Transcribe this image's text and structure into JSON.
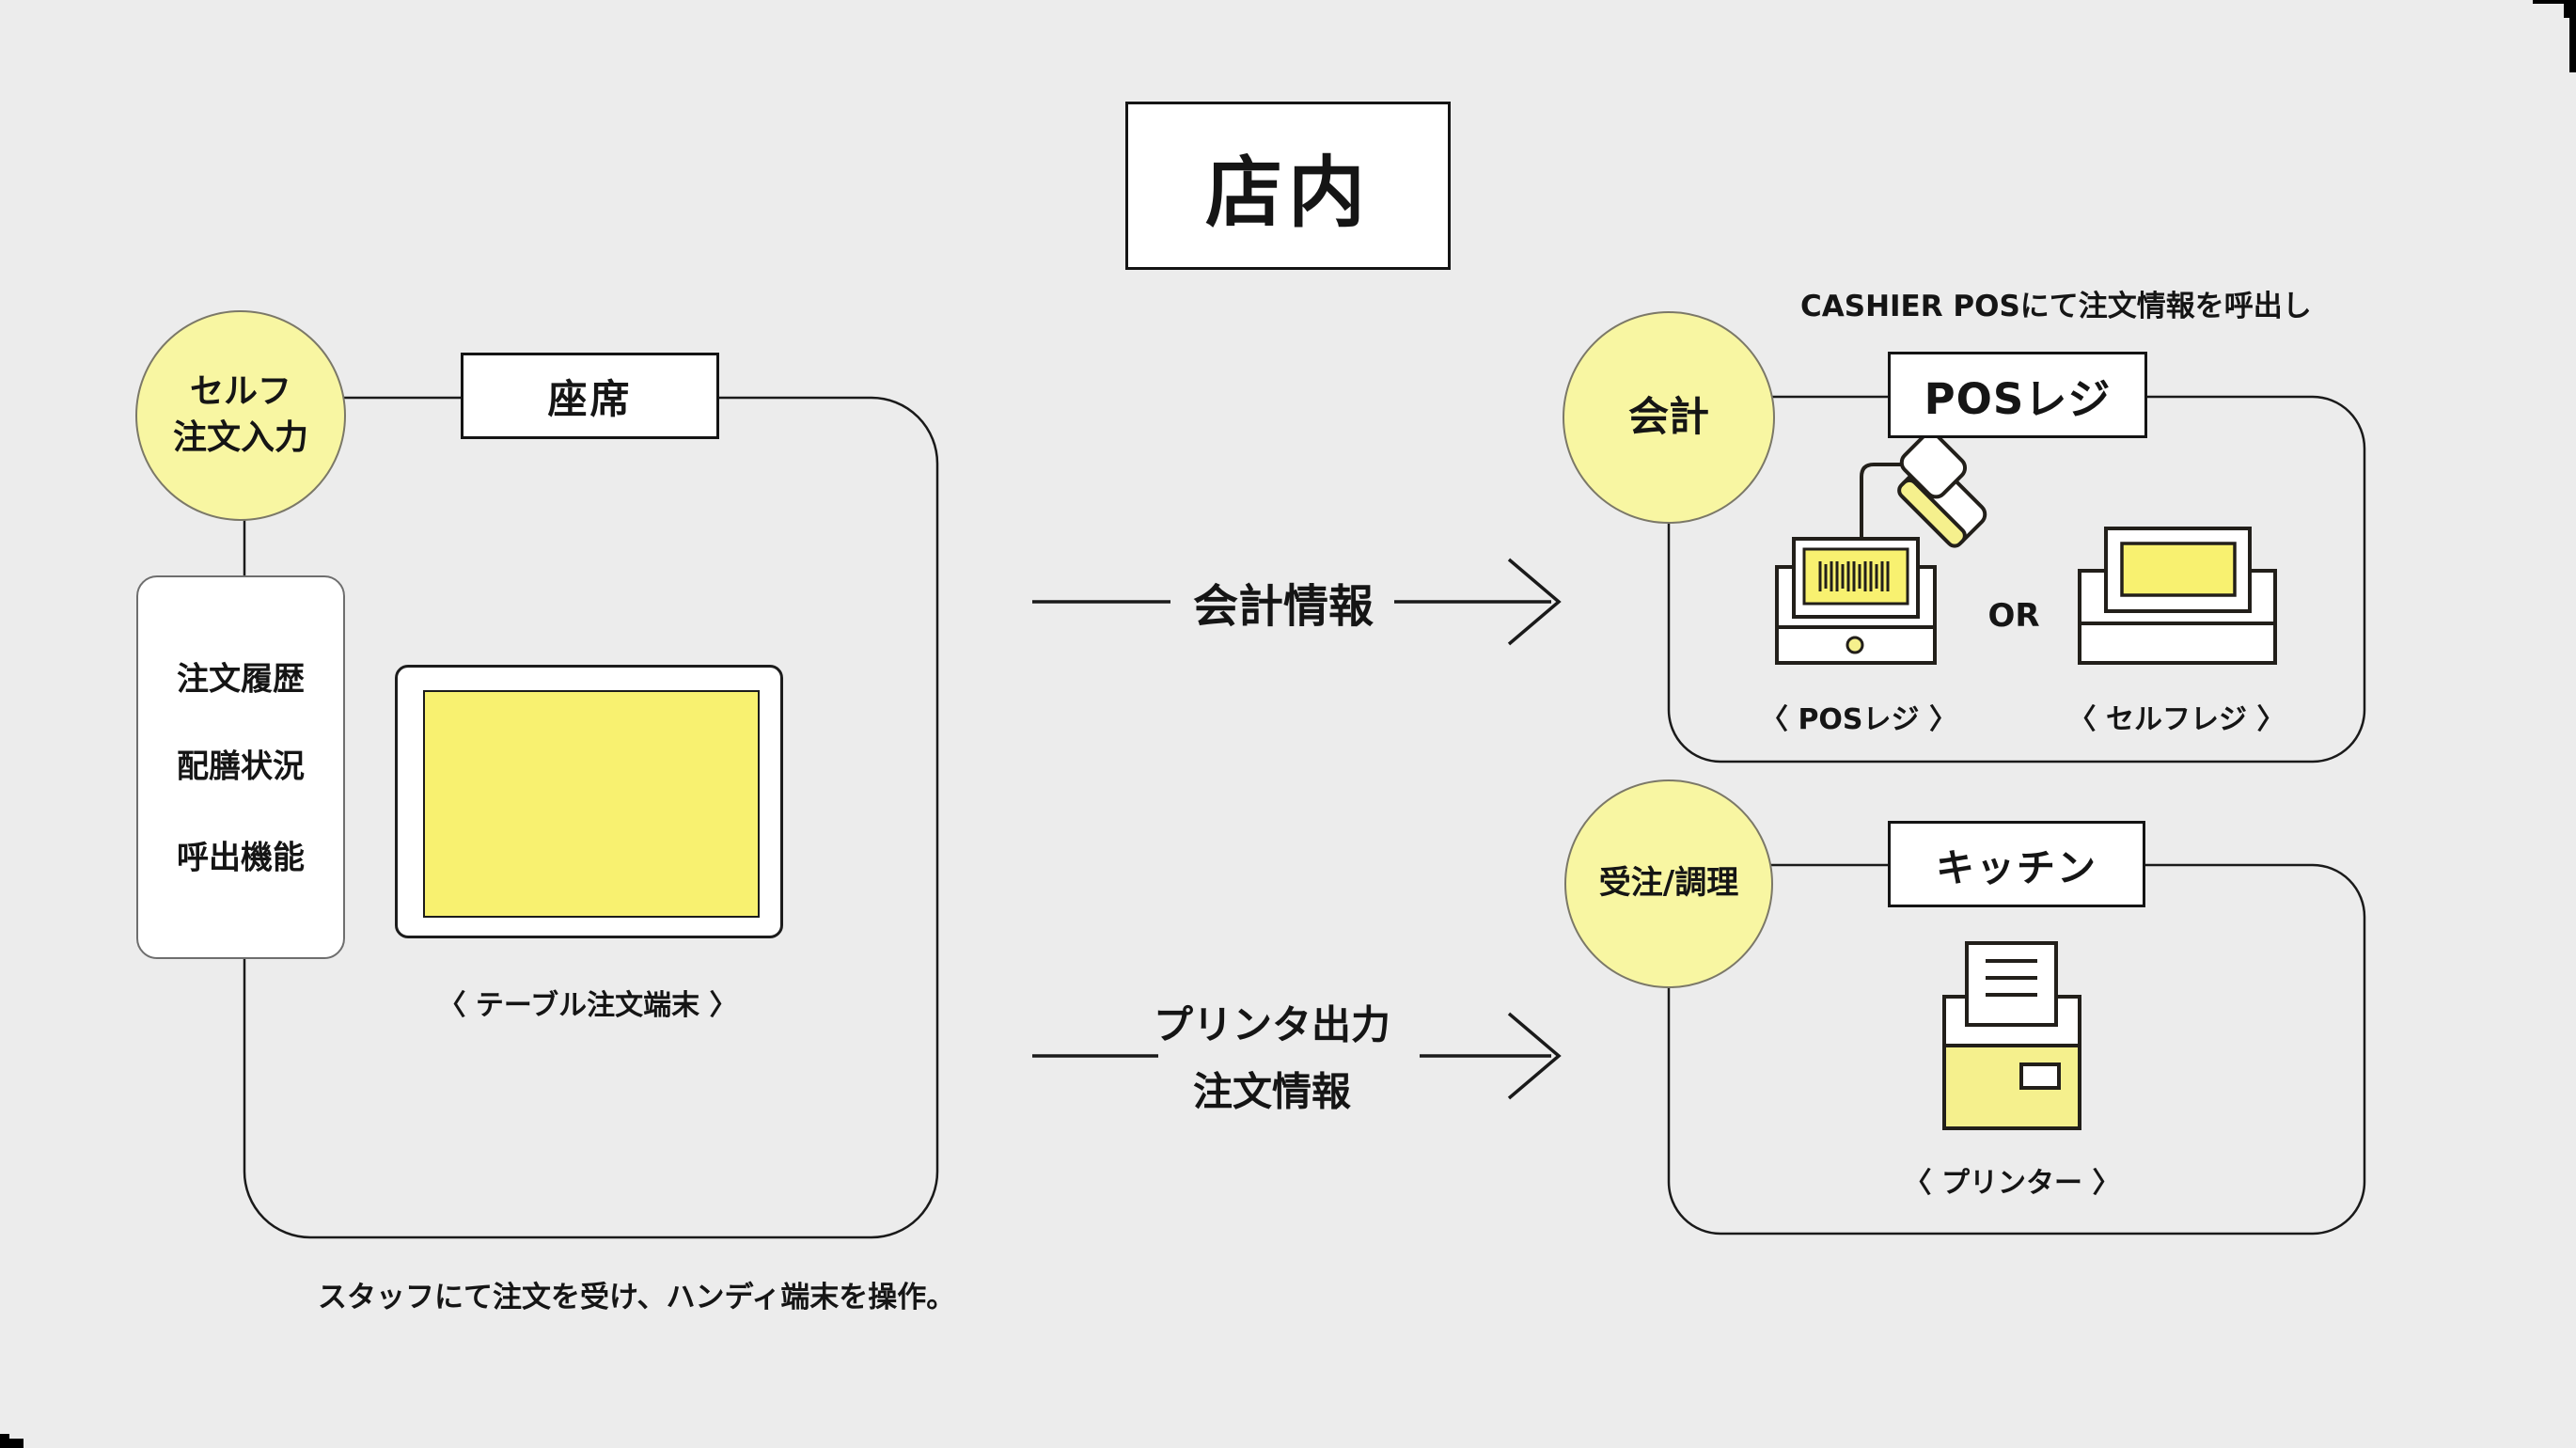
{
  "canvas": {
    "background": "#ececec",
    "pale_yellow": "#f8f6a2",
    "screen_yellow": "#f8f170",
    "device_yellow": "#f5f08d",
    "line_black": "#1a1a1a"
  },
  "title": {
    "label": "店内"
  },
  "left": {
    "circle_label_line1": "セルフ",
    "circle_label_line2": "注文入力",
    "zone_label": "座席",
    "features": [
      "注文履歴",
      "配膳状況",
      "呼出機能"
    ],
    "device_caption": "〈 テーブル注文端末 〉",
    "footnote": "スタッフにて注文を受け、ハンディ端末を操作。"
  },
  "flows": {
    "accounting": {
      "label": "会計情報"
    },
    "printer": {
      "label_line1": "プリンタ出力",
      "label_line2": "注文情報"
    }
  },
  "right_top": {
    "note": "CASHIER POSにて注文情報を呼出し",
    "circle_label": "会計",
    "zone_label": "POSレジ",
    "or_label": "OR",
    "pos_caption": "〈 POSレジ 〉",
    "self_caption": "〈 セルフレジ 〉"
  },
  "right_bottom": {
    "circle_label": "受注/調理",
    "zone_label": "キッチン",
    "printer_caption": "〈 プリンター 〉"
  }
}
